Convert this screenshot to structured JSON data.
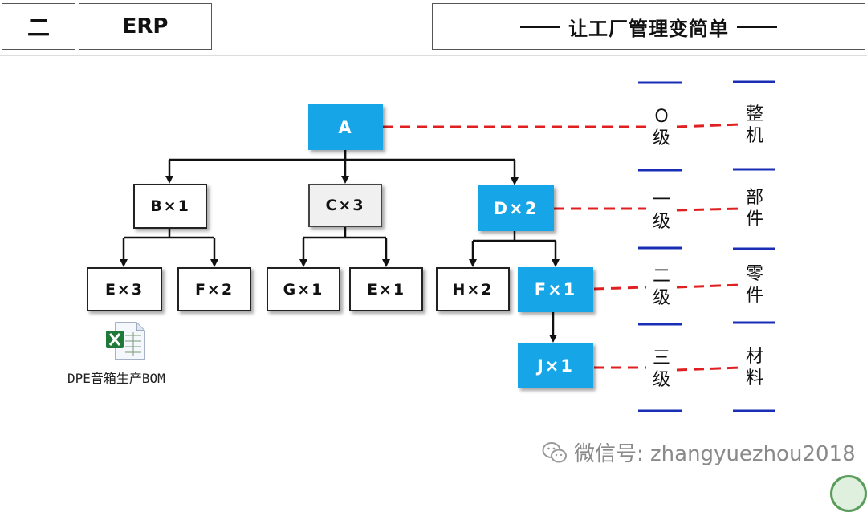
{
  "header": {
    "number": "二",
    "erp": "ERP",
    "title": "让工厂管理变简单"
  },
  "nodes": {
    "a": "A",
    "b": "B×1",
    "c": "C×3",
    "d": "D×2",
    "e1": "E×3",
    "f1": "F×2",
    "g": "G×1",
    "e2": "E×1",
    "h": "H×2",
    "f2": "F×1",
    "j": "J×1"
  },
  "levels": {
    "level0": [
      "O",
      "级"
    ],
    "level1": [
      "一",
      "级"
    ],
    "level2": [
      "二",
      "级"
    ],
    "level3": [
      "三",
      "级"
    ]
  },
  "categories": {
    "cat0": [
      "整",
      "机"
    ],
    "cat1": [
      "部",
      "件"
    ],
    "cat2": [
      "零",
      "件"
    ],
    "cat3": [
      "材",
      "料"
    ]
  },
  "attachment": {
    "icon": "excel-file-icon",
    "label": "DPE音箱生产BOM"
  },
  "watermark": {
    "icon": "wechat-icon",
    "text": "微信号: zhangyuezhou2018"
  },
  "colors": {
    "highlight_node": "#16a6e8",
    "dashed_line": "#e02020",
    "level_separator": "#1a2db5"
  }
}
